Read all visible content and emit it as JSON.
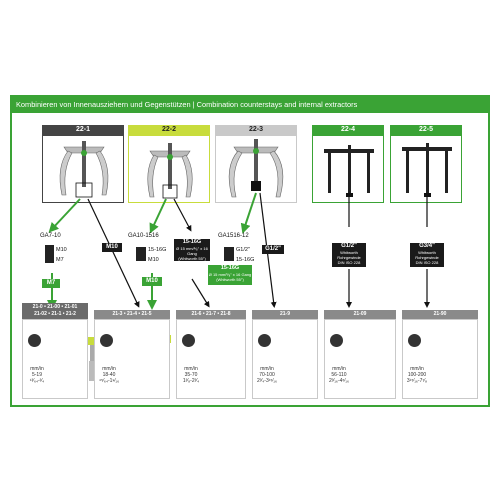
{
  "header": {
    "title": "Kombinieren von Innenausziehern und Gegenstützen | Combination counterstays and internal extractors"
  },
  "pullers": [
    {
      "id": "22-1"
    },
    {
      "id": "22-2"
    },
    {
      "id": "22-3"
    },
    {
      "id": "22-4"
    },
    {
      "id": "22-5"
    }
  ],
  "adapters": {
    "ga710": {
      "name": "GA7-10",
      "top": "M10",
      "bottom": "M7"
    },
    "ga101516": {
      "name": "GA10-1516",
      "top": "15-16G",
      "bottom": "M10"
    },
    "ga151612": {
      "name": "GA1516-12",
      "top": "G1/2\"",
      "bottom": "15-16G"
    }
  },
  "badges": {
    "m7": "M7",
    "m10_a": "M10",
    "m10_b": "M10",
    "g12": "G1/2\"",
    "g12_box": {
      "title": "G1/2\"",
      "line1": "Whitworth",
      "line2": "Rohrgewinde",
      "line3": "DIN ISO 228"
    },
    "g34_box": {
      "title": "G3/4\"",
      "line1": "Whitworth",
      "line2": "Rohrgewinde",
      "line3": "DIN ISO 228"
    },
    "t1516_black": {
      "title": "15-16G",
      "line1": "Ø 15 mm/⁵⁄₈\" x 16 Gang",
      "line2": "(Whitworth 55°)"
    },
    "t1516_green": {
      "title": "15-16G",
      "line1": "Ø 15 mm/⁵⁄₈\" x 16 Gang",
      "line2": "(Whitworth 55°)"
    }
  },
  "groups": [
    {
      "line1": "21-0 • 21-00 • 21-01",
      "line2": "21-02 • 21-1 • 21-2"
    },
    {
      "line1": "21-3 • 21-4 • 21-5",
      "line2": ""
    },
    {
      "line1": "21-6 • 21-7 • 21-8",
      "line2": ""
    },
    {
      "line1": "21-9",
      "line2": ""
    },
    {
      "line1": "21-09",
      "line2": ""
    },
    {
      "line1": "21-90",
      "line2": ""
    }
  ],
  "specs": [
    {
      "unit": "mm/in",
      "mm": "5-19",
      "inch": "¹³⁄₆₄-³⁄₄"
    },
    {
      "unit": "mm/in",
      "mm": "18-40",
      "inch": "⁴⁵⁄₆₄-1⁹⁄₁₆"
    },
    {
      "unit": "mm/in",
      "mm": "35-70",
      "inch": "1³⁄₈-2³⁄₄"
    },
    {
      "unit": "mm/in",
      "mm": "70-100",
      "inch": "2³⁄₄-3¹⁵⁄₁₆"
    },
    {
      "unit": "mm/in",
      "mm": "56-110",
      "inch": "2³⁄₁₆-4⁵⁄₁₆"
    },
    {
      "unit": "mm/in",
      "mm": "100-200",
      "inch": "3¹⁵⁄₁₆-7⁷⁄₈"
    }
  ],
  "colors": {
    "green": "#3aa335",
    "dark": "#333333",
    "grey": "#7a7a7a",
    "lime": "#c8dc3c"
  }
}
